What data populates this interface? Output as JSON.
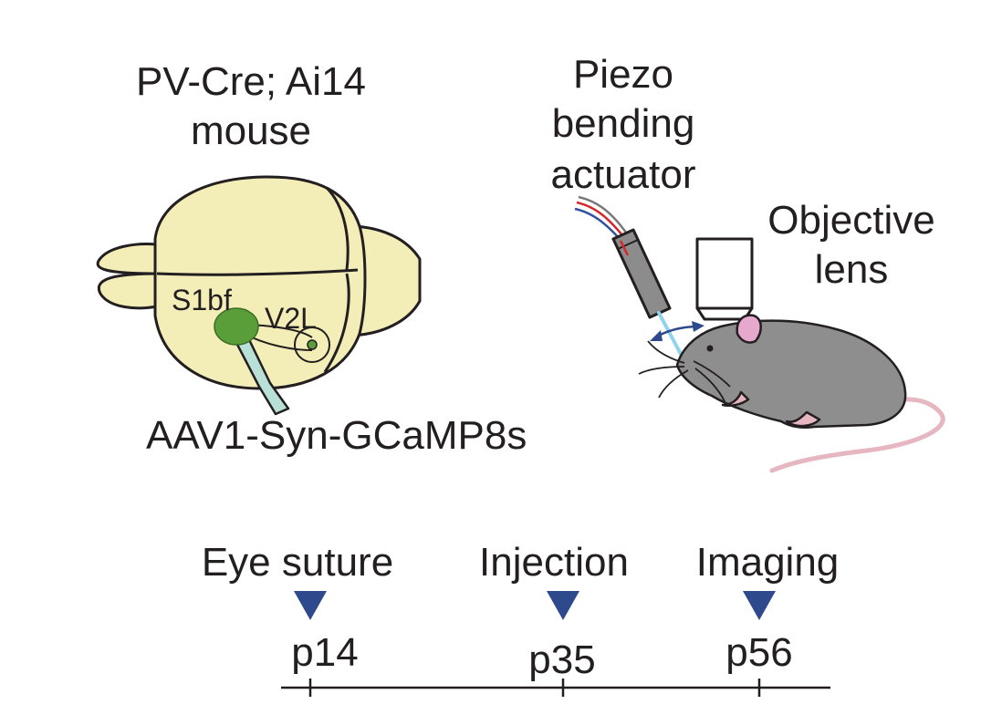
{
  "labels": {
    "mouse_line_1": "PV-Cre; Ai14",
    "mouse_line_2": "mouse",
    "region_s1bf": "S1bf",
    "region_v2l": "V2L",
    "virus": "AAV1-Syn-GCaMP8s",
    "actuator_1": "Piezo",
    "actuator_2": "bending",
    "actuator_3": "actuator",
    "objective_1": "Objective",
    "objective_2": "lens"
  },
  "timeline": {
    "events": [
      {
        "name": "Eye suture",
        "age": "p14"
      },
      {
        "name": "Injection",
        "age": "p35"
      },
      {
        "name": "Imaging",
        "age": "p56"
      }
    ]
  },
  "colors": {
    "brain_fill": "#f3eeb8",
    "injection_site": "#5a9e3a",
    "pipette": "#b9e0d6",
    "mouse_body": "#8e8e8e",
    "mouse_tail": "#e7b7c1",
    "marker": "#2e4a8c",
    "light_fiber": "#8fd3ee"
  }
}
